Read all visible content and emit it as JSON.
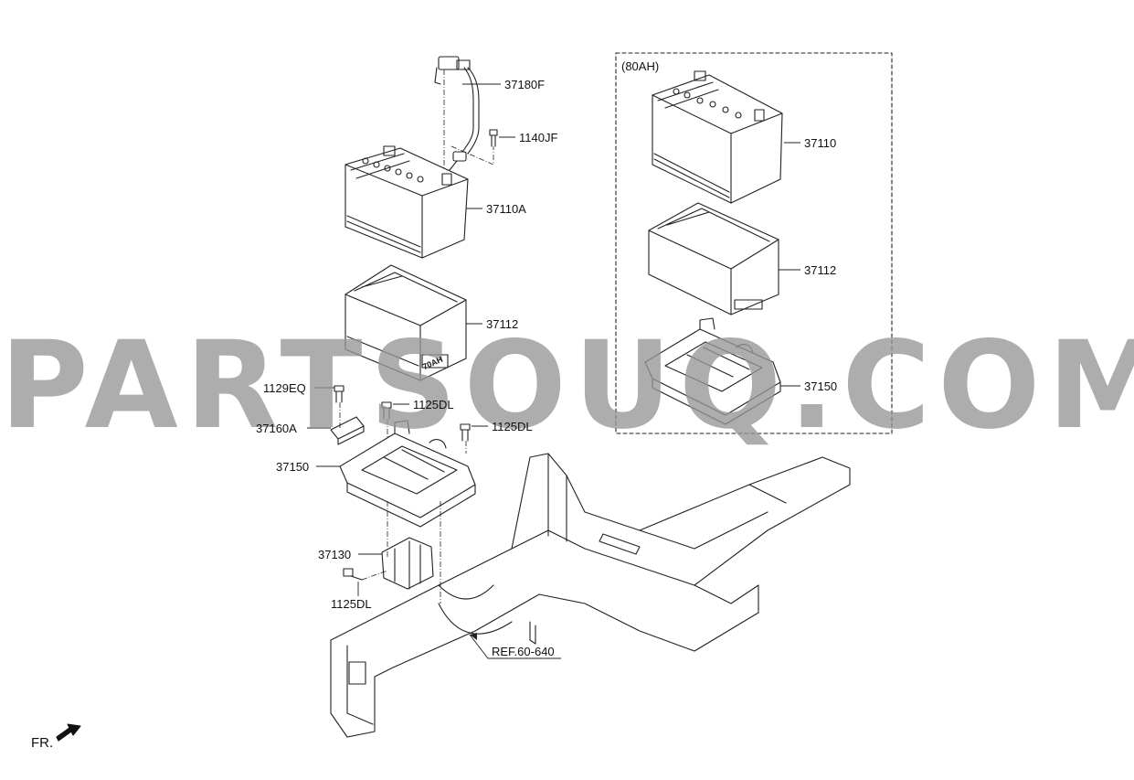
{
  "variant_box_label": "(80AH)",
  "labels": {
    "p37180F": "37180F",
    "p1140JF": "1140JF",
    "p37110A": "37110A",
    "p37112_left": "37112",
    "p1129EQ": "1129EQ",
    "p1125DL_a": "1125DL",
    "p37160A": "37160A",
    "p1125DL_b": "1125DL",
    "p37150_left": "37150",
    "p37130": "37130",
    "p1125DL_c": "1125DL",
    "ref": "REF.60-640",
    "p37110": "37110",
    "p37112_right": "37112",
    "p37150_right": "37150"
  },
  "battery_marking": "70AH",
  "front_marker": "FR.",
  "watermark": "PARTSOUQ.COM",
  "colors": {
    "line": "#222222",
    "watermark": "#969696"
  }
}
